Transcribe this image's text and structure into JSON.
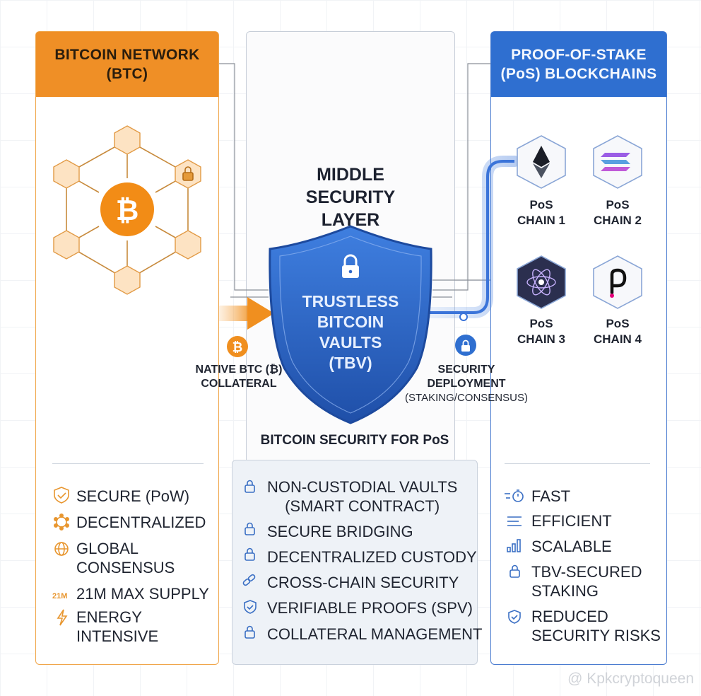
{
  "left": {
    "title_line1": "BITCOIN NETWORK",
    "title_line2": "(BTC)",
    "features": [
      {
        "icon": "shield-check-icon",
        "lines": [
          "SECURE (PoW)"
        ]
      },
      {
        "icon": "network-nodes-icon",
        "lines": [
          "DECENTRALIZED"
        ]
      },
      {
        "icon": "globe-icon",
        "lines": [
          "GLOBAL",
          "CONSENSUS"
        ]
      },
      {
        "icon": "supply-21m-icon",
        "icon_text": "21M",
        "lines": [
          "21M MAX SUPPLY"
        ]
      },
      {
        "icon": "lightning-icon",
        "lines": [
          "ENERGY",
          "INTENSIVE"
        ]
      }
    ]
  },
  "middle": {
    "label_line1": "MIDDLE",
    "label_line2": "SECURITY",
    "label_line3": "LAYER",
    "shield_line1": "TRUSTLESS",
    "shield_line2": "BITCOIN",
    "shield_line3": "VAULTS",
    "shield_line4": "(TBV)",
    "left_flow_line1": "NATIVE BTC (₿)",
    "left_flow_line2": "COLLATERAL",
    "right_flow_line1": "SECURITY",
    "right_flow_line2": "DEPLOYMENT",
    "right_flow_line3": "(STAKING/CONSENSUS)",
    "section_title": "BITCOIN SECURITY FOR PoS",
    "features": [
      {
        "icon": "lock-icon",
        "lines": [
          "NON-CUSTODIAL VAULTS",
          "(SMART CONTRACT)"
        ]
      },
      {
        "icon": "lock-icon",
        "lines": [
          "SECURE BRIDGING"
        ]
      },
      {
        "icon": "lock-icon",
        "lines": [
          "DECENTRALIZED CUSTODY"
        ]
      },
      {
        "icon": "link-icon",
        "lines": [
          "CROSS-CHAIN SECURITY"
        ]
      },
      {
        "icon": "shield-check-icon",
        "lines": [
          "VERIFIABLE PROOFS (SPV)"
        ]
      },
      {
        "icon": "lock-icon",
        "lines": [
          "COLLATERAL MANAGEMENT"
        ]
      }
    ]
  },
  "right": {
    "title_line1": "PROOF-OF-STAKE",
    "title_line2": "(PoS) BLOCKCHAINS",
    "chains": [
      {
        "icon": "ethereum-icon",
        "line1": "PoS",
        "line2": "CHAIN 1"
      },
      {
        "icon": "solana-icon",
        "line1": "PoS",
        "line2": "CHAIN 2"
      },
      {
        "icon": "cosmos-icon",
        "line1": "PoS",
        "line2": "CHAIN 3"
      },
      {
        "icon": "polkadot-icon",
        "line1": "PoS",
        "line2": "CHAIN 4"
      }
    ],
    "features": [
      {
        "icon": "stopwatch-icon",
        "lines": [
          "FAST"
        ]
      },
      {
        "icon": "efficiency-lines-icon",
        "lines": [
          "EFFICIENT"
        ]
      },
      {
        "icon": "bar-chart-icon",
        "lines": [
          "SCALABLE"
        ]
      },
      {
        "icon": "lock-icon",
        "lines": [
          "TBV-SECURED",
          "STAKING"
        ]
      },
      {
        "icon": "shield-check-icon",
        "lines": [
          "REDUCED",
          "SECURITY RISKS"
        ]
      }
    ]
  },
  "watermark": "@ Kpkcryptoqueen",
  "colors": {
    "bitcoin_orange": "#ef8f26",
    "pos_blue": "#2f6fd0",
    "shield_blue": "#2f67c9"
  }
}
